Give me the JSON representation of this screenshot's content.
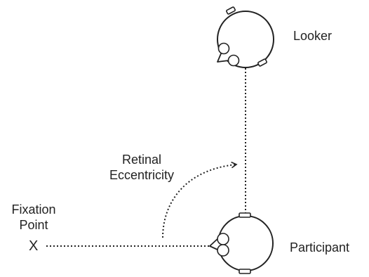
{
  "labels": {
    "looker": "Looker",
    "participant": "Participant",
    "retinal_eccentricity": [
      "Retinal",
      "Eccentricity"
    ],
    "fixation_point": [
      "Fixation",
      "Point"
    ],
    "fixation_marker": "X"
  },
  "colors": {
    "stroke": "#222222",
    "background": "#ffffff"
  }
}
